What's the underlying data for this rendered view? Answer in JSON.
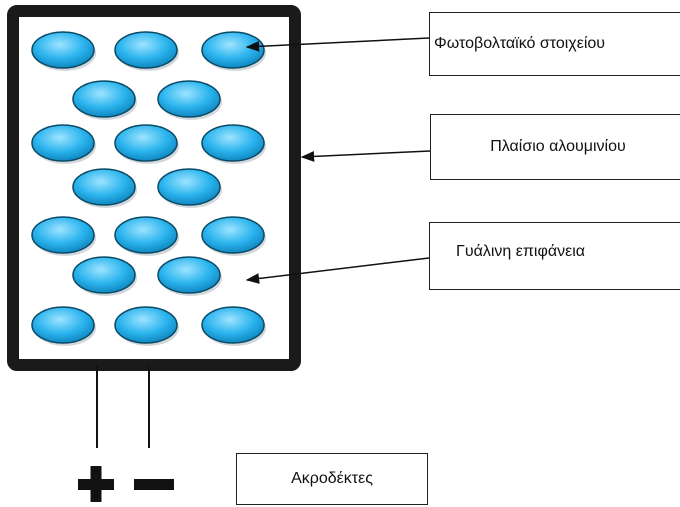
{
  "labels": {
    "pv_cell": "Φωτοβολταϊκό στοιχείου",
    "aluminium_frame": "Πλαίσιο αλουμινίου",
    "glass_surface": "Γυάλινη επιφάνεια",
    "terminals": "Ακροδέκτες"
  },
  "terminal_symbols": {
    "positive": "+",
    "negative": "−"
  },
  "panel": {
    "cell_rows": [
      3,
      2,
      3,
      2,
      3,
      2,
      3
    ],
    "frame_color": "#1a1a1a",
    "cell_color": "#1ea9e6",
    "cell_outline": "#0b4a66"
  }
}
